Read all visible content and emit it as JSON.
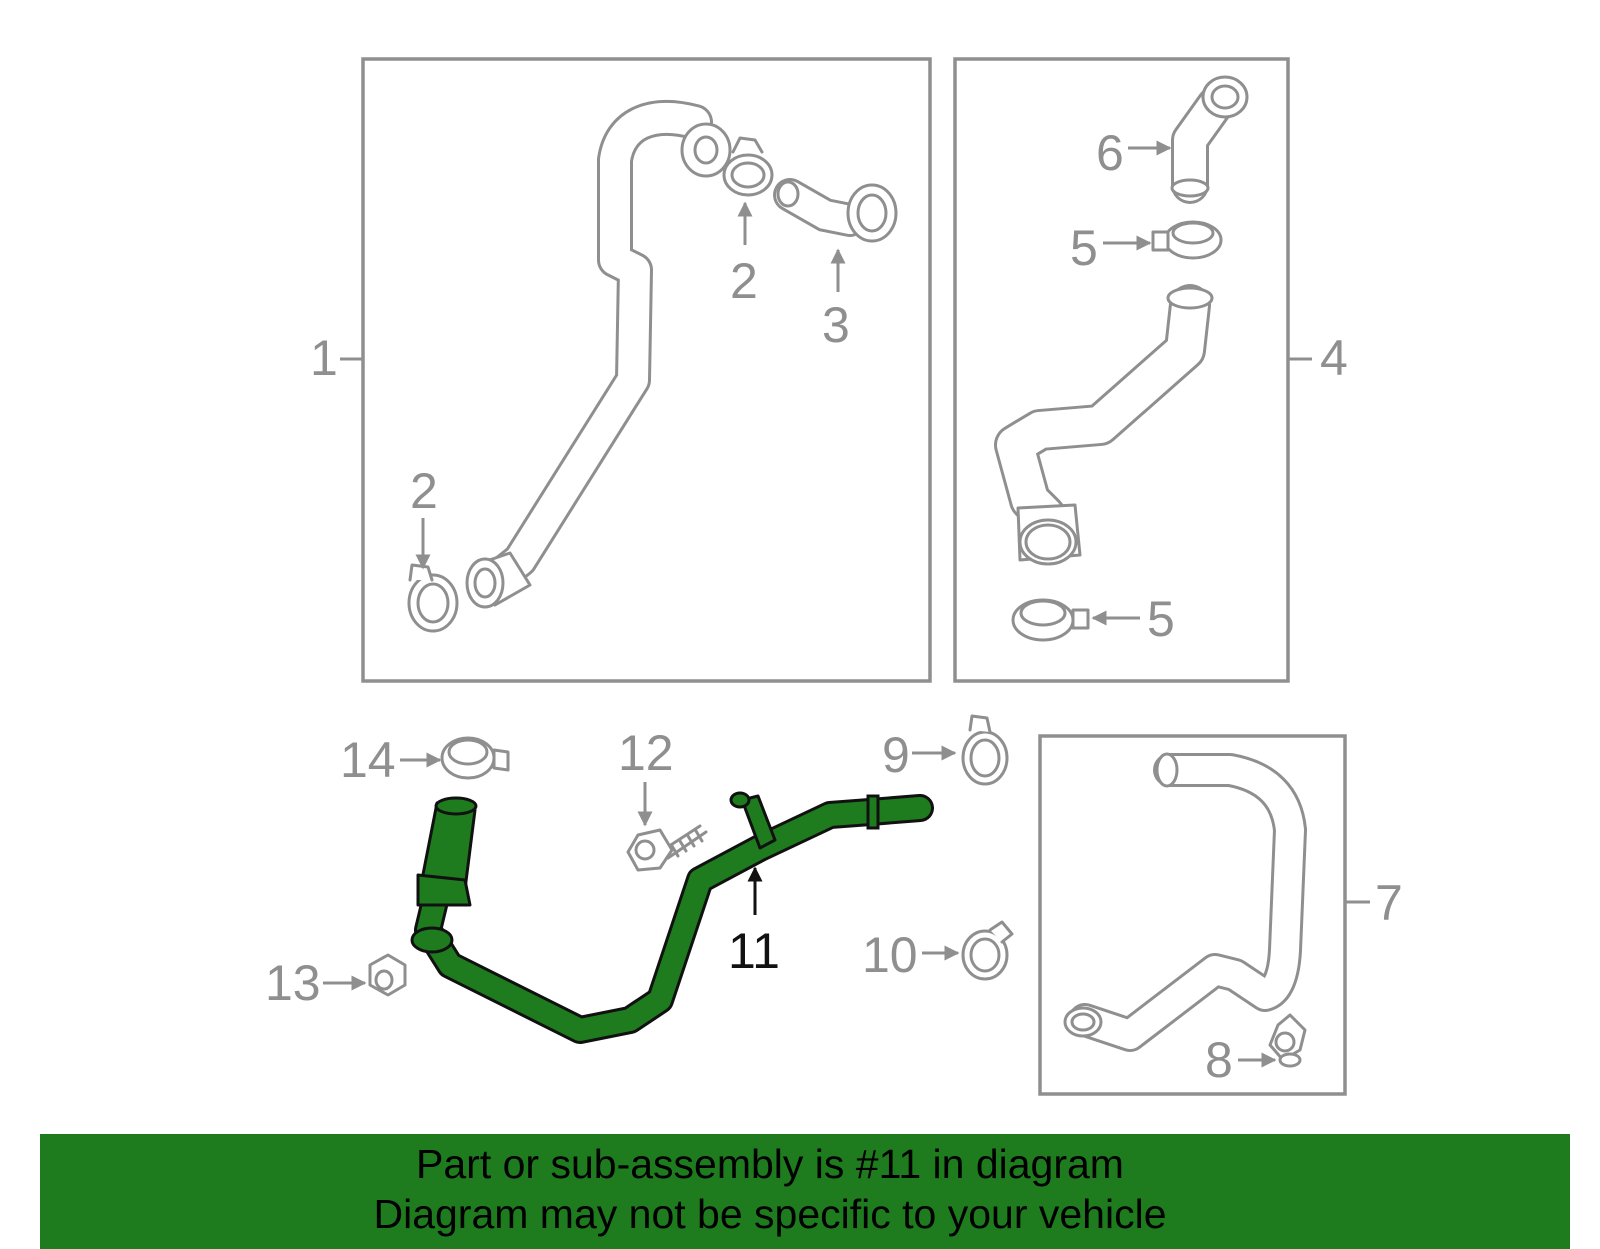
{
  "callouts": {
    "c1": "1",
    "c2a": "2",
    "c2b": "2",
    "c3": "3",
    "c4": "4",
    "c5a": "5",
    "c5b": "5",
    "c6": "6",
    "c7": "7",
    "c8": "8",
    "c9": "9",
    "c10": "10",
    "c11": "11",
    "c12": "12",
    "c13": "13",
    "c14": "14"
  },
  "highlight": {
    "part_number": "11",
    "color": "#1e7b1e"
  },
  "banner": {
    "line1": "Part or sub-assembly is #11 in diagram",
    "line2": "Diagram may not be specific to your vehicle",
    "background": "#1e7b1e"
  }
}
